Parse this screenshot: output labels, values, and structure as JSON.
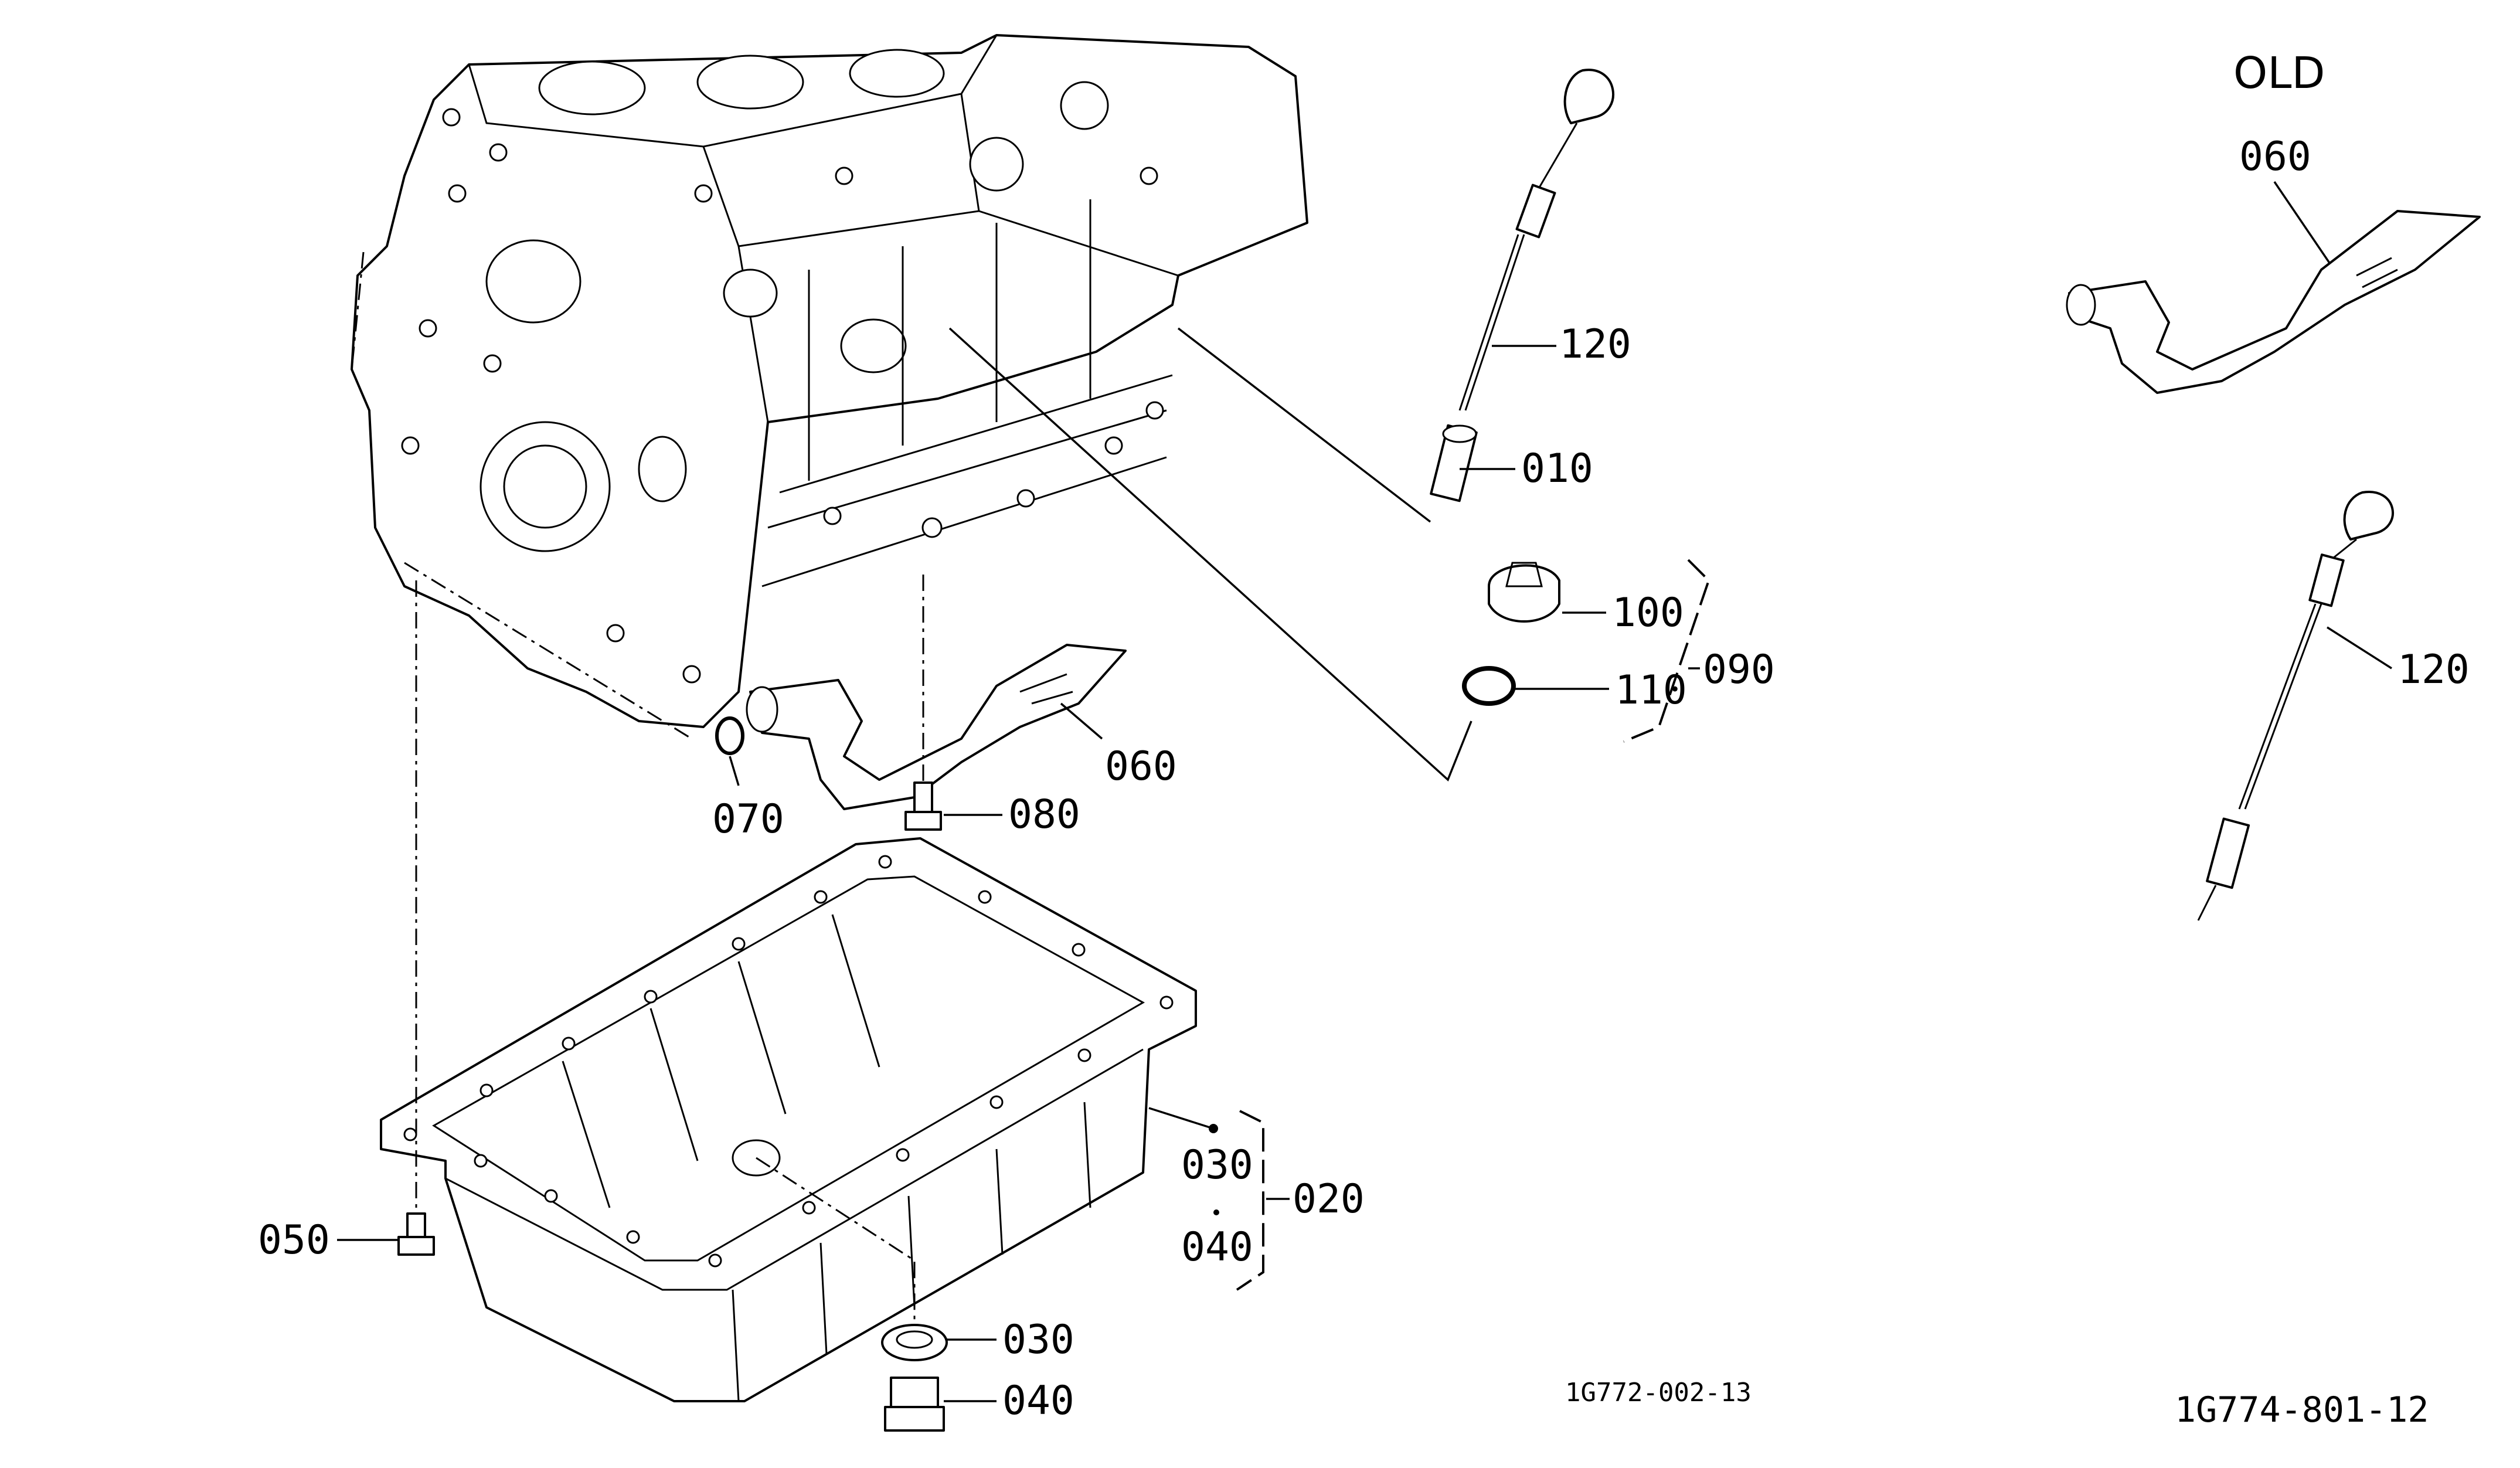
{
  "diagram": {
    "old_label": "OLD",
    "drawing_code_main": "1G772-002-13",
    "drawing_code_page": "1G774-801-12",
    "parts": [
      {
        "number": "120",
        "name": "dipstick"
      },
      {
        "number": "010",
        "name": "dipstick-guide"
      },
      {
        "number": "100",
        "name": "filler-cap"
      },
      {
        "number": "110",
        "name": "o-ring"
      },
      {
        "number": "090",
        "name": "filler-cap-assembly"
      },
      {
        "number": "060",
        "name": "oil-strainer"
      },
      {
        "number": "070",
        "name": "strainer-o-ring"
      },
      {
        "number": "080",
        "name": "strainer-bolt"
      },
      {
        "number": "030",
        "name": "drain-gasket"
      },
      {
        "number": "040",
        "name": "drain-plug"
      },
      {
        "number": "020",
        "name": "oil-pan-assembly"
      },
      {
        "number": "050",
        "name": "oil-pan-bolt"
      }
    ],
    "callouts": {
      "c120": "120",
      "c010": "010",
      "c100": "100",
      "c110": "110",
      "c090": "090",
      "c060": "060",
      "c070": "070",
      "c080": "080",
      "c030a": "030",
      "c040a": "040",
      "c020": "020",
      "c050": "050",
      "c030b": "030",
      "c040b": "040",
      "old_060": "060",
      "old_120": "120"
    }
  }
}
